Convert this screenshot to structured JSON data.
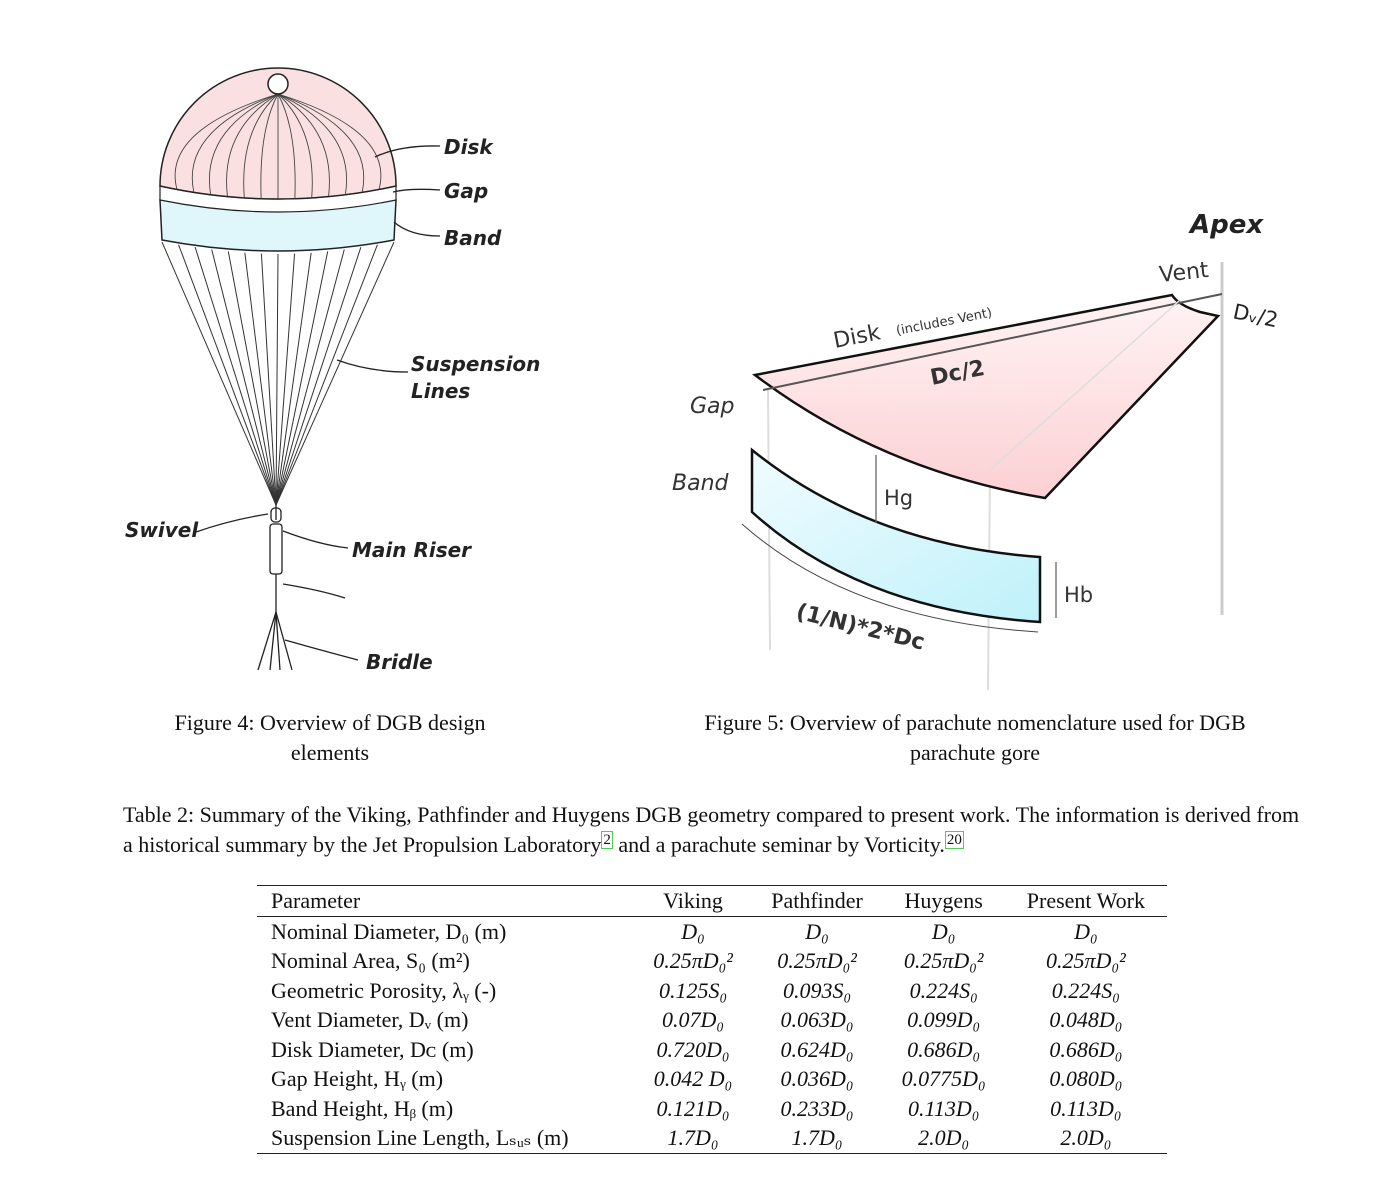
{
  "figure4": {
    "labels": {
      "disk": "Disk",
      "gap": "Gap",
      "band": "Band",
      "suspension_lines_1": "Suspension",
      "suspension_lines_2": "Lines",
      "swivel": "Swivel",
      "main_riser": "Main Riser",
      "bridle": "Bridle"
    },
    "caption": "Figure 4: Overview of DGB design elements",
    "colors": {
      "disk": "#fbe0e2",
      "band": "#dff6fa"
    }
  },
  "figure5": {
    "labels": {
      "apex": "Apex",
      "vent": "Vent",
      "dv2": "Dᵥ/2",
      "disk": "Disk",
      "disk_note": "(includes Vent)",
      "dc2": "Dc/2",
      "gap": "Gap",
      "band": "Band",
      "hg": "Hg",
      "hb": "Hb",
      "arc": "(1/N)*2*Dc"
    },
    "caption": "Figure 5: Overview of parachute nomenclature used for DGB parachute gore",
    "colors": {
      "disk": "#fcd6d8",
      "band": "#c9f3fb"
    }
  },
  "table": {
    "caption_pre": "Table 2: Summary of the Viking, Pathfinder and Huygens DGB geometry compared to present work. The information is derived from a historical summary by the Jet Propulsion Laboratory",
    "ref1": "2",
    "caption_mid": " and a parachute seminar by Vorticity.",
    "ref2": "20",
    "headers": [
      "Parameter",
      "Viking",
      "Pathfinder",
      "Huygens",
      "Present Work"
    ],
    "rows": [
      [
        "Nominal Diameter, D₀ (m)",
        "D₀",
        "D₀",
        "D₀",
        "D₀"
      ],
      [
        "Nominal Area, S₀ (m²)",
        "0.25πD₀²",
        "0.25πD₀²",
        "0.25πD₀²",
        "0.25πD₀²"
      ],
      [
        "Geometric Porosity, λᵧ (-)",
        "0.125S₀",
        "0.093S₀",
        "0.224S₀",
        "0.224S₀"
      ],
      [
        "Vent Diameter, Dᵥ (m)",
        "0.07D₀",
        "0.063D₀",
        "0.099D₀",
        "0.048D₀"
      ],
      [
        "Disk Diameter, Dᴄ (m)",
        "0.720D₀",
        "0.624D₀",
        "0.686D₀",
        "0.686D₀"
      ],
      [
        "Gap Height, Hᵧ (m)",
        "0.042 D₀",
        "0.036D₀",
        "0.0775D₀",
        "0.080D₀"
      ],
      [
        "Band Height, Hᵦ (m)",
        "0.121D₀",
        "0.233D₀",
        "0.113D₀",
        "0.113D₀"
      ],
      [
        "Suspension Line Length, Lₛᵤₛ (m)",
        "1.7D₀",
        "1.7D₀",
        "2.0D₀",
        "2.0D₀"
      ]
    ]
  }
}
